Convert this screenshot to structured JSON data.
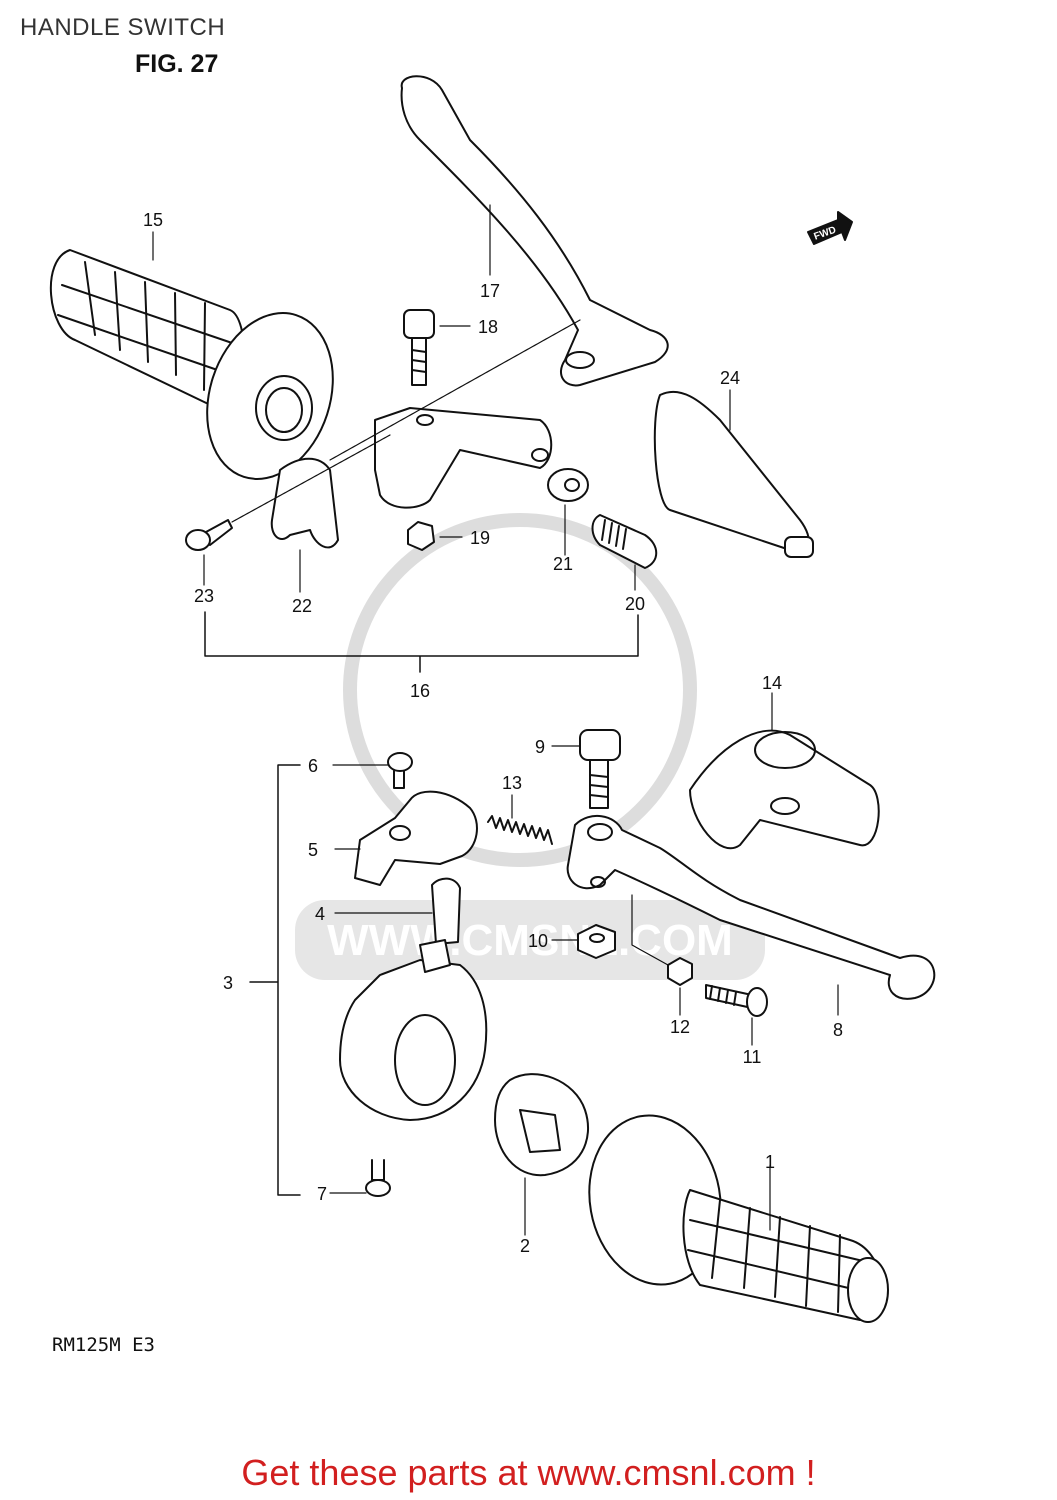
{
  "page": {
    "title": "HANDLE SWITCH",
    "figure_label": "FIG. 27",
    "model_code": "RM125M E3",
    "footer_text": "Get these parts at www.cmsnl.com !",
    "fwd_label": "FWD",
    "watermark_text": "WWW.CMSNL.COM"
  },
  "colors": {
    "line": "#111111",
    "footer": "#d21f1f",
    "watermark": "#d8d8d8"
  },
  "parts": [
    {
      "id": "1",
      "label": "1"
    },
    {
      "id": "2",
      "label": "2"
    },
    {
      "id": "3",
      "label": "3"
    },
    {
      "id": "4",
      "label": "4"
    },
    {
      "id": "5",
      "label": "5"
    },
    {
      "id": "6",
      "label": "6"
    },
    {
      "id": "7",
      "label": "7"
    },
    {
      "id": "8",
      "label": "8"
    },
    {
      "id": "9",
      "label": "9"
    },
    {
      "id": "10",
      "label": "10"
    },
    {
      "id": "11",
      "label": "11"
    },
    {
      "id": "12",
      "label": "12"
    },
    {
      "id": "13",
      "label": "13"
    },
    {
      "id": "14",
      "label": "14"
    },
    {
      "id": "15",
      "label": "15"
    },
    {
      "id": "16",
      "label": "16"
    },
    {
      "id": "17",
      "label": "17"
    },
    {
      "id": "18",
      "label": "18"
    },
    {
      "id": "19",
      "label": "19"
    },
    {
      "id": "20",
      "label": "20"
    },
    {
      "id": "21",
      "label": "21"
    },
    {
      "id": "22",
      "label": "22"
    },
    {
      "id": "23",
      "label": "23"
    },
    {
      "id": "24",
      "label": "24"
    }
  ]
}
